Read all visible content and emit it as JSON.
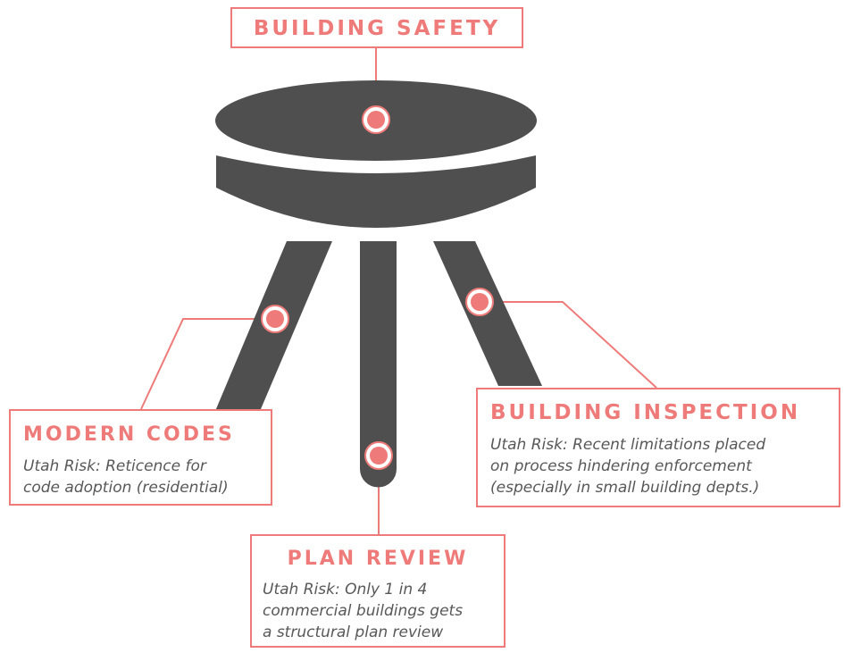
{
  "colors": {
    "accent": "#ee7b79",
    "stool": "#4f4f4f",
    "text": "#585858"
  },
  "icons": {
    "marker": "concentric-circle-marker-icon"
  },
  "labels": {
    "building_safety": {
      "title": "BUILDING SAFETY"
    },
    "modern_codes": {
      "title": "MODERN CODES",
      "desc": [
        "Utah Risk: Reticence for",
        "code adoption (residential)"
      ]
    },
    "building_inspection": {
      "title": "BUILDING INSPECTION",
      "desc": [
        "Utah Risk: Recent limitations placed",
        "on process hindering enforcement",
        "(especially in small building depts.)"
      ]
    },
    "plan_review": {
      "title": "PLAN REVIEW",
      "desc": [
        "Utah Risk: Only 1 in 4",
        "commercial buildings gets",
        "a structural plan review"
      ]
    }
  }
}
